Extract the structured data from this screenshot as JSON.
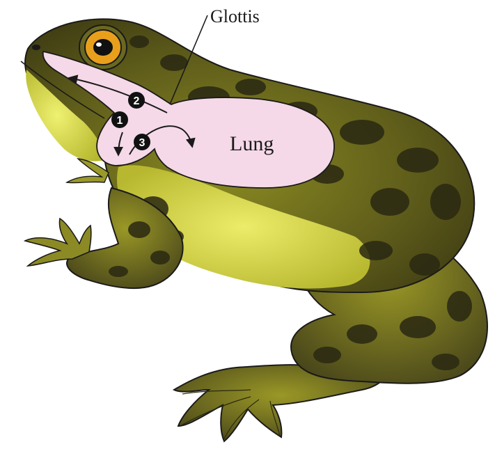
{
  "labels": {
    "glottis": "Glottis",
    "lung": "Lung"
  },
  "steps": [
    {
      "number": "1"
    },
    {
      "number": "2"
    },
    {
      "number": "3"
    }
  ],
  "colors": {
    "skin_dark": "#3f3a12",
    "skin_mid": "#6b6a1e",
    "skin_light": "#9a9a2a",
    "belly": "#d8dc48",
    "belly_light": "#ecec6a",
    "spots": "#2a2a12",
    "lung_pink": "#f5d9e8",
    "eye_ring": "#e8a01c",
    "outline": "#1a1a1a"
  }
}
